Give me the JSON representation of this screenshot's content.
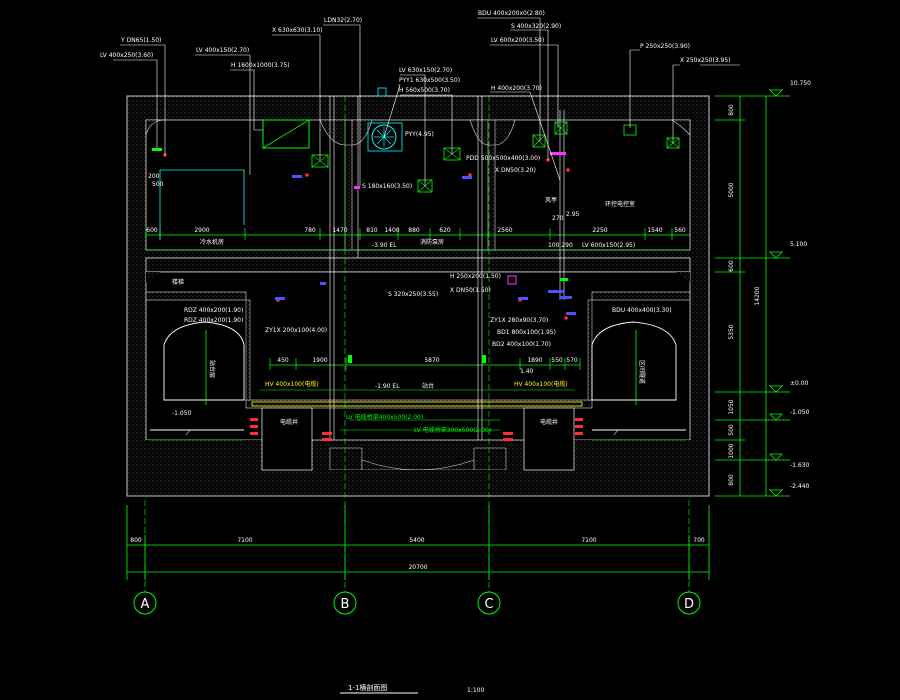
{
  "colors": {
    "background": "#000000",
    "wall": "#ffffff",
    "dimension": "#00ff00",
    "annotation": "#ffffff",
    "equipment": "#00ff00",
    "cyan": "#00ffff",
    "red": "#ff3030",
    "magenta": "#ff33ff",
    "hatch": "#9a9a9a",
    "yellow": "#ffff00"
  },
  "title": {
    "name": "1-1横剖面图",
    "scale": "1:100"
  },
  "axes": [
    "A",
    "B",
    "C",
    "D"
  ],
  "dims_bottom": {
    "seg": [
      "800",
      "7100",
      "5400",
      "7100",
      "700"
    ],
    "total": "20700"
  },
  "dims_right": {
    "elevations": [
      "10.750",
      "5.100",
      "±0.00",
      "-1.050",
      "-1.630",
      "-2.440"
    ],
    "seg": [
      "800",
      "5000",
      "600",
      "5350",
      "1050",
      "500",
      "1000",
      "800"
    ],
    "total": "14200"
  },
  "upper_dims": [
    "600",
    "2900",
    "780",
    "1470",
    "810",
    "1400",
    "880",
    "620",
    "2560",
    "2250",
    "1540",
    "560"
  ],
  "mid_dims": [
    "450",
    "1900",
    "5870",
    "1890",
    "550",
    "570"
  ],
  "callouts_top": [
    "Y DN65(1.50)",
    "LV 400x250(3.60)",
    "LV 400x150(2.70)",
    "H 1600x1000(3.75)",
    "X 630x630(3.10)",
    "LDN32(2.70)",
    "PYY1 630x500(3.50)",
    "LV 630x150(2.70)",
    "H 560x500(3.70)",
    "BDU 400x200x0(2.80)",
    "S 400x320(2.90)",
    "LV 600x200(3.50)",
    "H 400x200(3.70)",
    "P 250x250(3.90)",
    "X 250x250(3.95)"
  ],
  "labels_upper": {
    "py": "PYY(4.95)",
    "pd": "PDD 500x500x400(3.00)",
    "xd": "X DN50(3.20)",
    "sd": "S 180x160(3.50)",
    "fa": "风亭",
    "room1": "冷水机房",
    "room2": "环控电控室",
    "room3": "消防泵房",
    "el1": "-3.90 EL",
    "v200": "200",
    "v500": "500",
    "v270": "270",
    "floor_note": "100 290",
    "lv_bottom": "LV 600x150(2.95)"
  },
  "labels_mid": {
    "h1": "H 250x200(1.50)",
    "x1": "X DN50(1.50)",
    "s1": "S 320x250(3.55)",
    "bdu": "BDU 400x400(3.30)",
    "rdz1": "RDZ 400x200(1.90)",
    "rdz2": "RDZ 400x200(1.90)",
    "zy1": "ZY1X 200x100(4.00)",
    "zy2": "ZY1X 280x90(3.70)",
    "bd1": "BD1 800x100(1.95)",
    "bd2": "BD2 400x100(1.70)",
    "d1": "1.40",
    "el2": "-1.90 EL",
    "hv1": "HV 400x100(电缆)",
    "hv2": "HV 400x100(电缆)",
    "lv1": "LV 电缆桥架400x500(2.00)",
    "lv2": "LV 电缆桥架300x500(2.00)",
    "plat": "站台",
    "stair": "楼梯",
    "v4": "-1.050",
    "v5": "2.95"
  },
  "side_labels": {
    "left": "站台层",
    "right": "区间隧道",
    "cab1": "电缆井",
    "cab2": "电缆井"
  }
}
